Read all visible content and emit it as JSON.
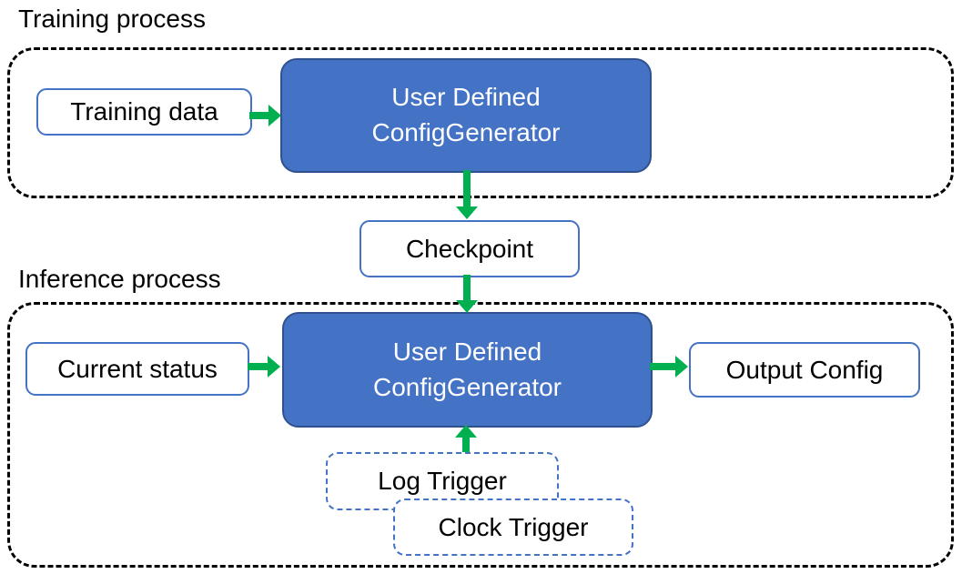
{
  "colors": {
    "generator_fill": "#4472C4",
    "generator_border": "#2F528F",
    "box_outline": "#4472C4",
    "arrow_green": "#00B050",
    "container_dash": "#000000",
    "text_dark": "#000000",
    "text_light": "#FFFFFF"
  },
  "training": {
    "section_label": "Training process",
    "data_box": "Training data",
    "generator": {
      "line1": "User Defined",
      "line2": "ConfigGenerator"
    }
  },
  "checkpoint": {
    "label": "Checkpoint"
  },
  "inference": {
    "section_label": "Inference process",
    "status_box": "Current status",
    "generator": {
      "line1": "User Defined",
      "line2": "ConfigGenerator"
    },
    "output_box": "Output Config",
    "trigger_boxes": [
      {
        "label": "Log Trigger"
      },
      {
        "label": "Clock Trigger"
      }
    ]
  }
}
